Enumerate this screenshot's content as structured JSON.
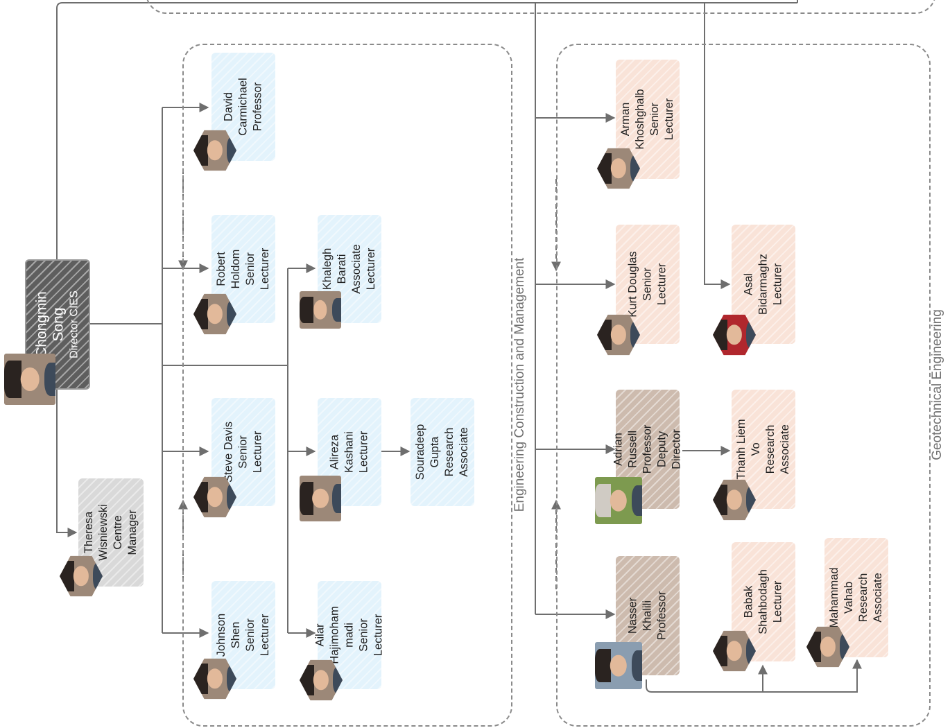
{
  "director": {
    "name_line1": "Chongmin",
    "name_line2": "Song",
    "title": "Director CIES"
  },
  "manager": {
    "lines": [
      "Theresa",
      "Wisniewski",
      "Centre",
      "Manager"
    ]
  },
  "groups": {
    "ecm_label": "Engineering Construction and Management",
    "geo_label": "Geotechnical Engineering"
  },
  "people": {
    "david": [
      "David",
      "Carmichael",
      "Professor"
    ],
    "robert": [
      "Robert",
      "Holdom",
      "Senior",
      "Lecturer"
    ],
    "steve": [
      "Steve Davis",
      "Senior",
      "Lecturer"
    ],
    "johnson": [
      "Johnson",
      "Shen",
      "Senior",
      "Lecturer"
    ],
    "khalegh": [
      "Khalegh",
      "Barati",
      "Associate",
      "Lecturer"
    ],
    "alireza": [
      "Alireza",
      "Kashani",
      "Lecturer"
    ],
    "souradeep": [
      "Souradeep",
      "Gupta",
      "Research",
      "Associate"
    ],
    "ailar": [
      "Ailar",
      "Hajimoham",
      "madi",
      "Senior",
      "Lecturer"
    ],
    "arman": [
      "Arman",
      "Khoshghalb",
      "Senior",
      "Lecturer"
    ],
    "kurt": [
      "Kurt Douglas",
      "Senior",
      "Lecturer"
    ],
    "asal": [
      "Asal",
      "Bidarmaghz",
      "Lecturer"
    ],
    "adrian": [
      "Adrian",
      "Russell",
      "Professor",
      "Deputy",
      "Director"
    ],
    "thanh": [
      "Thanh Liem",
      "Vo",
      "Research",
      "Associate"
    ],
    "nasser": [
      "Nasser",
      "Khalili",
      "Professor"
    ],
    "babak": [
      "Babak",
      "Shahbodagh",
      "Lecturer"
    ],
    "mahammad": [
      "Mahammad",
      "Vahab",
      "Research",
      "Associate"
    ]
  },
  "colors": {
    "ecm_card": "#e3f3fc",
    "geo_card": "#f9e3d8",
    "geo_lead_card": "#cdbbae",
    "manager_card": "#d9d9d9",
    "director_card": "#5e5e5e",
    "connector": "#6e6e6e"
  }
}
